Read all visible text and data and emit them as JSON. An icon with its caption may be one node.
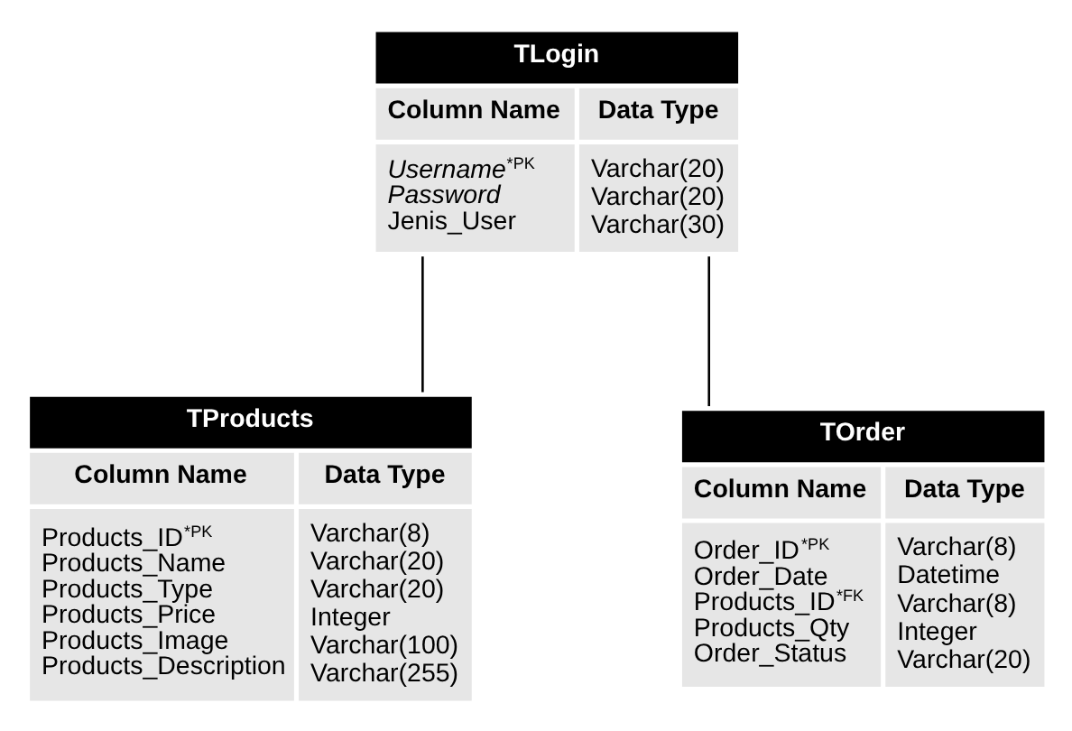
{
  "diagram": {
    "nodes": [
      {
        "text": [
          "TLogin",
          "Column Name",
          "Data Type",
          "*Username*$^{*PK}$",
          "Varchar(20)",
          "*Password*",
          "Varchar(20)",
          "Jenis_User",
          "Varchar(30)"
        ]
      },
      {
        "text": [
          "TProducts",
          "Column Name",
          "Data Type",
          "Products_ID$^{*PK}$",
          "Varchar(8)",
          "Products_Name",
          "Varchar(20)",
          "Products_Type",
          "Varchar(20)",
          "Products_Price",
          "Integer",
          "Products_Image",
          "Varchar(100)",
          "Products_Description",
          "Varchar(255)"
        ]
      },
      {
        "text": [
          "TOrder",
          "Column Name",
          "Data Type",
          "Order_ID$^{*PK}$",
          "Varchar(8)",
          "Order_Date",
          "Datetime",
          "Products_ID$^{*FK}$",
          "Varchar(8)",
          "Products_Qty",
          "Integer",
          "Order_Status",
          "Varchar(20)"
        ]
      }
    ],
    "edges": [
      {
        "from": 0,
        "to": 1,
        "arrow": "none"
      },
      {
        "from": 0,
        "to": 2,
        "arrow": "none"
      }
    ]
  }
}
